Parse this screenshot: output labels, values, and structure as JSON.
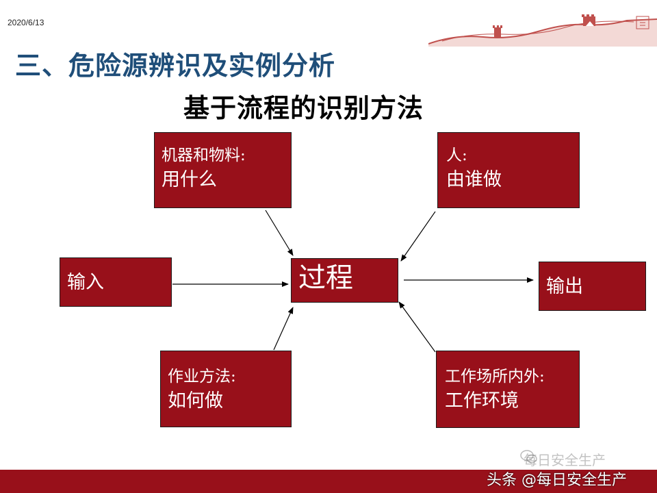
{
  "date": "2020/6/13",
  "title": "三、危险源辨识及实例分析",
  "subtitle": "基于流程的识别方法",
  "boxes": {
    "machine": {
      "line1": "机器和物料:",
      "line2": "用什么"
    },
    "people": {
      "line1": "人:",
      "line2": "由谁做"
    },
    "input": {
      "label": "输入"
    },
    "process": {
      "label": "过程"
    },
    "output": {
      "label": "输出"
    },
    "method": {
      "line1": "作业方法:",
      "line2": "如何做"
    },
    "environment": {
      "line1": "工作场所内外:",
      "line2": "工作环境"
    }
  },
  "watermark": {
    "faint": "每日安全生产",
    "main": "头条 @每日安全生产"
  },
  "colors": {
    "box_fill": "#98101a",
    "title": "#1f4e79",
    "footer": "#98101a"
  }
}
